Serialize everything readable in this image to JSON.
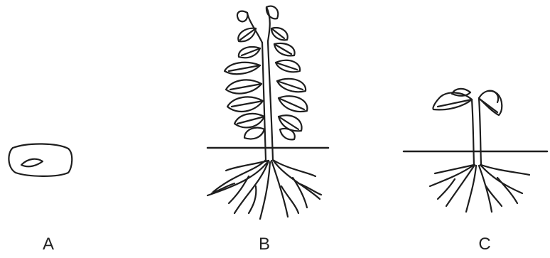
{
  "labels": {
    "a": "A",
    "b": "B",
    "c": "C"
  },
  "colors": {
    "ink": "#1e1e1e",
    "background": "#ffffff"
  }
}
